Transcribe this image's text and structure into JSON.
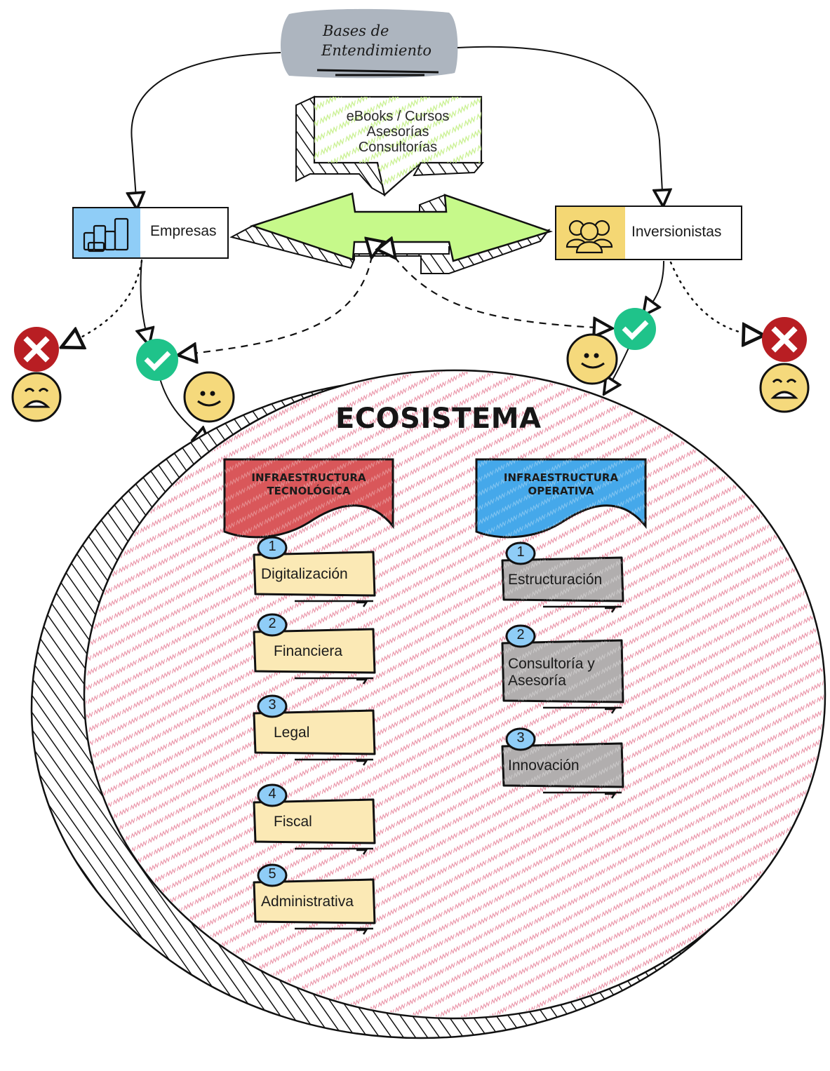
{
  "header": {
    "title_line1": "Bases de",
    "title_line2": "Entendimiento"
  },
  "services_bubble": {
    "lines": [
      "eBooks / Cursos",
      "Asesorías",
      "Consultorías"
    ]
  },
  "nodes": {
    "empresas": {
      "label": "Empresas",
      "icon": "bar-chart-icon",
      "accent": "#8fcdf7"
    },
    "inversionistas": {
      "label": "Inversionistas",
      "icon": "people-group-icon",
      "accent": "#f4d774"
    }
  },
  "status_icons": {
    "accept": {
      "icon": "check-circle-icon",
      "color": "#1fc38a"
    },
    "reject": {
      "icon": "x-circle-icon",
      "color": "#b81e23"
    },
    "happy": {
      "icon": "smiley-face-icon",
      "color": "#f5d97c"
    },
    "sad": {
      "icon": "sad-face-icon",
      "color": "#f5d97c"
    }
  },
  "ecosystem": {
    "title": "ECOSISTEMA",
    "hatch_color": "#e88aa0",
    "columns": [
      {
        "title_line1": "INFRAESTRUCTURA",
        "title_line2": "TECNOLÓGICA",
        "color": "#d9575a",
        "card_color": "#fbe9b5",
        "items": [
          {
            "num": "1",
            "label": "Digitalización"
          },
          {
            "num": "2",
            "label": "Financiera"
          },
          {
            "num": "3",
            "label": "Legal"
          },
          {
            "num": "4",
            "label": "Fiscal"
          },
          {
            "num": "5",
            "label": "Administrativa"
          }
        ]
      },
      {
        "title_line1": "INFRAESTRUCTURA",
        "title_line2": "OPERATIVA",
        "color": "#45a8ea",
        "card_color": "#b1aeae",
        "items": [
          {
            "num": "1",
            "label": "Estructuración"
          },
          {
            "num": "2",
            "label": "Consultoría y",
            "label2": "Asesoría"
          },
          {
            "num": "3",
            "label": "Innovación"
          }
        ]
      }
    ]
  },
  "badge_color": "#8fcdf7",
  "arrow_color": "#c6f98a",
  "header_color": "#adb5bf"
}
